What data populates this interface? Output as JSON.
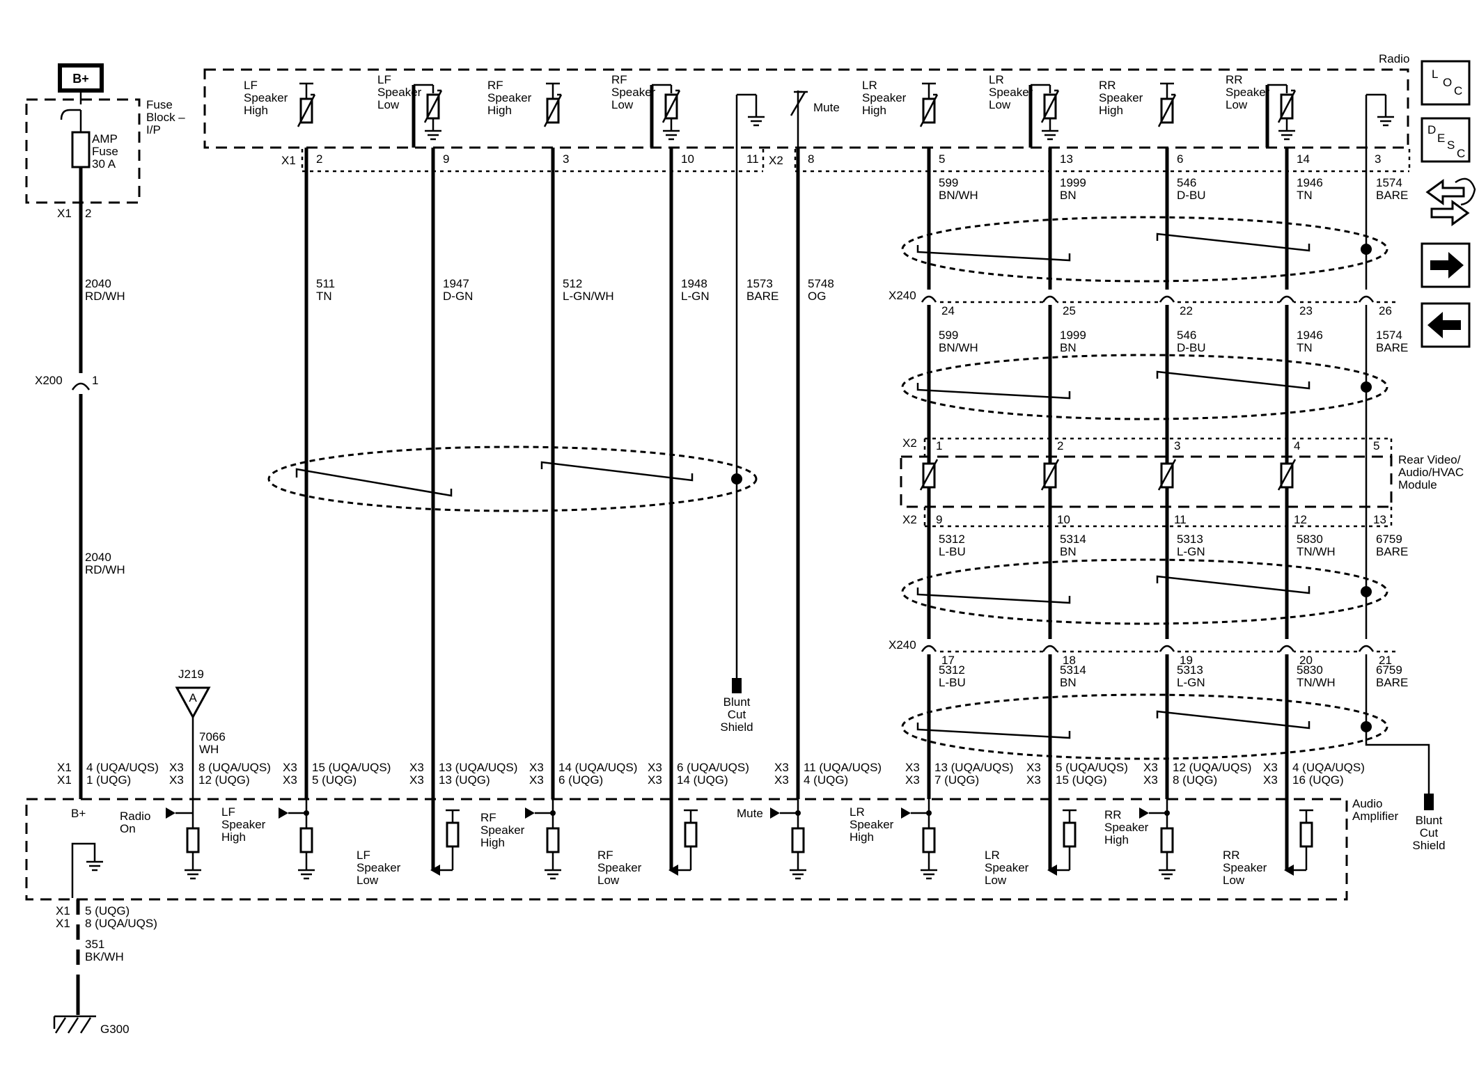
{
  "power": {
    "label": "B+"
  },
  "fuse_block": {
    "title_l1": "Fuse",
    "title_l2": "Block –",
    "title_l3": "I/P",
    "fuse_l1": "AMP",
    "fuse_l2": "Fuse",
    "fuse_l3": "30 A",
    "conn": "X1",
    "pin": "2"
  },
  "radio": {
    "title": "Radio",
    "mute": "Mute",
    "x1": "X1",
    "x2": "X2"
  },
  "radio_speakers": [
    {
      "l1": "LF",
      "l2": "Speaker",
      "l3": "High"
    },
    {
      "l1": "LF",
      "l2": "Speaker",
      "l3": "Low"
    },
    {
      "l1": "RF",
      "l2": "Speaker",
      "l3": "High"
    },
    {
      "l1": "RF",
      "l2": "Speaker",
      "l3": "Low"
    },
    {
      "l1": "LR",
      "l2": "Speaker",
      "l3": "High"
    },
    {
      "l1": "LR",
      "l2": "Speaker",
      "l3": "Low"
    },
    {
      "l1": "RR",
      "l2": "Speaker",
      "l3": "High"
    },
    {
      "l1": "RR",
      "l2": "Speaker",
      "l3": "Low"
    }
  ],
  "radio_pins": [
    "2",
    "9",
    "3",
    "10",
    "11",
    "8",
    "5",
    "13",
    "6",
    "14",
    "3"
  ],
  "left_wires": [
    {
      "num": "511",
      "color": "TN"
    },
    {
      "num": "1947",
      "color": "D-GN"
    },
    {
      "num": "512",
      "color": "L-GN/WH"
    },
    {
      "num": "1948",
      "color": "L-GN"
    },
    {
      "num": "1573",
      "color": "BARE"
    },
    {
      "num": "5748",
      "color": "OG"
    }
  ],
  "main_wire": {
    "num": "2040",
    "color": "RD/WH"
  },
  "x200": {
    "conn": "X200",
    "pin": "1"
  },
  "rear_wires_top": [
    {
      "num": "599",
      "color": "BN/WH"
    },
    {
      "num": "1999",
      "color": "BN"
    },
    {
      "num": "546",
      "color": "D-BU"
    },
    {
      "num": "1946",
      "color": "TN"
    },
    {
      "num": "1574",
      "color": "BARE"
    }
  ],
  "x240_a": {
    "conn": "X240",
    "pins": [
      "24",
      "25",
      "22",
      "23",
      "26"
    ]
  },
  "rear_module": {
    "l1": "Rear Video/",
    "l2": "Audio/HVAC",
    "l3": "Module",
    "x2": "X2",
    "pins_top": [
      "1",
      "2",
      "3",
      "4",
      "5"
    ],
    "pins_bot": [
      "9",
      "10",
      "11",
      "12",
      "13"
    ]
  },
  "rear_wires_bottom": [
    {
      "num": "5312",
      "color": "L-BU"
    },
    {
      "num": "5314",
      "color": "BN"
    },
    {
      "num": "5313",
      "color": "L-GN"
    },
    {
      "num": "5830",
      "color": "TN/WH"
    },
    {
      "num": "6759",
      "color": "BARE"
    }
  ],
  "x240_b": {
    "conn": "X240",
    "pins": [
      "17",
      "18",
      "19",
      "20",
      "21"
    ]
  },
  "blunt_cut": {
    "l1": "Blunt",
    "l2": "Cut",
    "l3": "Shield"
  },
  "splice": {
    "id": "J219",
    "letter": "A",
    "num": "7066",
    "color": "WH"
  },
  "amp_conn": [
    {
      "c1": "X1",
      "c2": "X1",
      "p1": "4 (UQA/UQS)",
      "p2": "1 (UQG)"
    },
    {
      "c1": "X3",
      "c2": "X3",
      "p1": "8 (UQA/UQS)",
      "p2": "12 (UQG)"
    },
    {
      "c1": "X3",
      "c2": "X3",
      "p1": "15 (UQA/UQS)",
      "p2": "5 (UQG)"
    },
    {
      "c1": "X3",
      "c2": "X3",
      "p1": "13 (UQA/UQS)",
      "p2": "13 (UQG)"
    },
    {
      "c1": "X3",
      "c2": "X3",
      "p1": "14 (UQA/UQS)",
      "p2": "6 (UQG)"
    },
    {
      "c1": "X3",
      "c2": "X3",
      "p1": "6 (UQA/UQS)",
      "p2": "14 (UQG)"
    },
    {
      "c1": "X3",
      "c2": "X3",
      "p1": "11 (UQA/UQS)",
      "p2": "4 (UQG)"
    },
    {
      "c1": "X3",
      "c2": "X3",
      "p1": "13 (UQA/UQS)",
      "p2": "7 (UQG)"
    },
    {
      "c1": "X3",
      "c2": "X3",
      "p1": "5 (UQA/UQS)",
      "p2": "15 (UQG)"
    },
    {
      "c1": "X3",
      "c2": "X3",
      "p1": "12 (UQA/UQS)",
      "p2": "8 (UQG)"
    },
    {
      "c1": "X3",
      "c2": "X3",
      "p1": "4 (UQA/UQS)",
      "p2": "16 (UQG)"
    }
  ],
  "amplifier": {
    "title_l1": "Audio",
    "title_l2": "Amplifier",
    "bplus": "B+",
    "radio_on_l1": "Radio",
    "radio_on_l2": "On",
    "mute": "Mute",
    "speakers": [
      {
        "l1": "LF",
        "l2": "Speaker",
        "l3": "High"
      },
      {
        "l1": "LF",
        "l2": "Speaker",
        "l3": "Low"
      },
      {
        "l1": "RF",
        "l2": "Speaker",
        "l3": "High"
      },
      {
        "l1": "RF",
        "l2": "Speaker",
        "l3": "Low"
      },
      {
        "l1": "LR",
        "l2": "Speaker",
        "l3": "High"
      },
      {
        "l1": "LR",
        "l2": "Speaker",
        "l3": "Low"
      },
      {
        "l1": "RR",
        "l2": "Speaker",
        "l3": "High"
      },
      {
        "l1": "RR",
        "l2": "Speaker",
        "l3": "Low"
      }
    ]
  },
  "ground_conn": {
    "c1": "X1",
    "c2": "X1",
    "p1": "5 (UQG)",
    "p2": "8 (UQA/UQS)",
    "num": "351",
    "color": "BK/WH",
    "id": "G300"
  },
  "nav": {
    "loc": [
      "L",
      "O",
      "C"
    ],
    "desc": [
      "D",
      "E",
      "S",
      "C"
    ]
  }
}
